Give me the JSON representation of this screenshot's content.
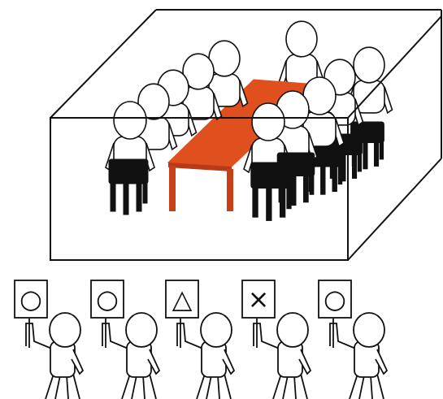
{
  "colors": {
    "table": "#d6471c",
    "table_top": "#e0501f",
    "table_legs": "#c8401a",
    "chair": "#111111",
    "figure_fill": "#ffffff",
    "stroke": "#111111",
    "background": "#ffffff"
  },
  "scene": {
    "box": {
      "icon": "transparent-box-outline"
    },
    "meeting": {
      "table_icon": "conference-table",
      "people_count": 11,
      "chair_icon": "black-chair"
    }
  },
  "audience": {
    "signs": [
      {
        "symbol": "○",
        "meaning": "circle"
      },
      {
        "symbol": "○",
        "meaning": "circle"
      },
      {
        "symbol": "△",
        "meaning": "triangle"
      },
      {
        "symbol": "×",
        "meaning": "cross"
      },
      {
        "symbol": "○",
        "meaning": "circle"
      }
    ]
  }
}
